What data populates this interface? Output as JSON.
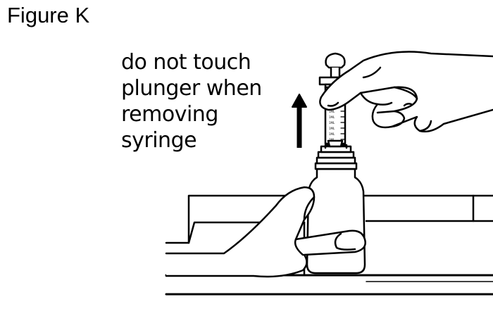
{
  "figure": {
    "label": "Figure K"
  },
  "caption": {
    "lines": [
      "do not touch",
      "plunger when",
      "removing",
      "syringe"
    ]
  },
  "syringe": {
    "scale_marks": [
      "1ML",
      "1ML",
      "1ML",
      "1ML",
      "1ML",
      "1ML"
    ]
  },
  "icons": {
    "arrow": "arrow-up-icon"
  },
  "colors": {
    "ink": "#000000",
    "background": "#ffffff"
  }
}
